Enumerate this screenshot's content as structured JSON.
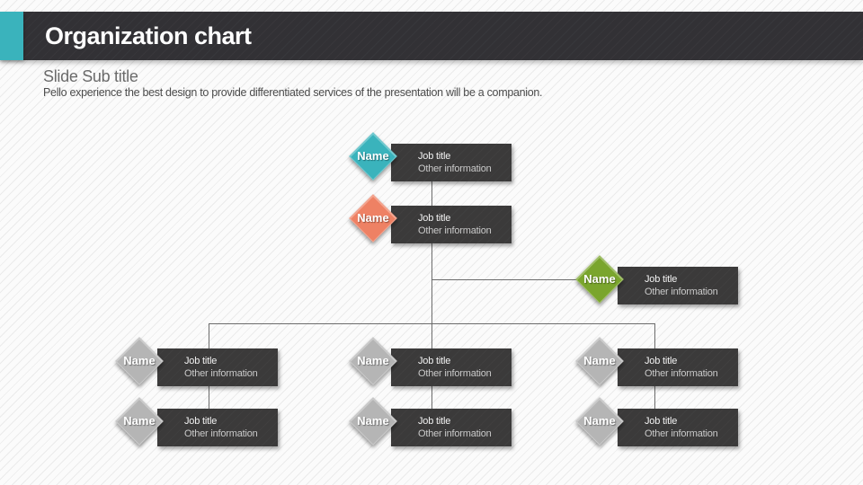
{
  "slide": {
    "title": "Organization chart",
    "subtitle": "Slide Sub title",
    "description": "Pello experience the best design to provide differentiated services of the presentation will be a companion."
  },
  "colors": {
    "teal": "#3ab3bc",
    "orange": "#ee8164",
    "green": "#7aa52d",
    "gray": "#b5b5b5",
    "card_dark": "#3b3a3a",
    "header_bar": "#323135",
    "connector": "#6c6c6c"
  },
  "org_chart": {
    "nodes": [
      {
        "id": "level1-top",
        "name": "Name",
        "job_title": "Job title",
        "other_info": "Other information",
        "color": "teal"
      },
      {
        "id": "level2",
        "name": "Name",
        "job_title": "Job title",
        "other_info": "Other information",
        "color": "orange"
      },
      {
        "id": "side-branch",
        "name": "Name",
        "job_title": "Job title",
        "other_info": "Other information",
        "color": "green"
      },
      {
        "id": "row1-left",
        "name": "Name",
        "job_title": "Job title",
        "other_info": "Other information",
        "color": "gray"
      },
      {
        "id": "row1-center",
        "name": "Name",
        "job_title": "Job title",
        "other_info": "Other information",
        "color": "gray"
      },
      {
        "id": "row1-right",
        "name": "Name",
        "job_title": "Job title",
        "other_info": "Other information",
        "color": "gray"
      },
      {
        "id": "row2-left",
        "name": "Name",
        "job_title": "Job title",
        "other_info": "Other information",
        "color": "gray"
      },
      {
        "id": "row2-center",
        "name": "Name",
        "job_title": "Job title",
        "other_info": "Other information",
        "color": "gray"
      },
      {
        "id": "row2-right",
        "name": "Name",
        "job_title": "Job title",
        "other_info": "Other information",
        "color": "gray"
      }
    ]
  }
}
